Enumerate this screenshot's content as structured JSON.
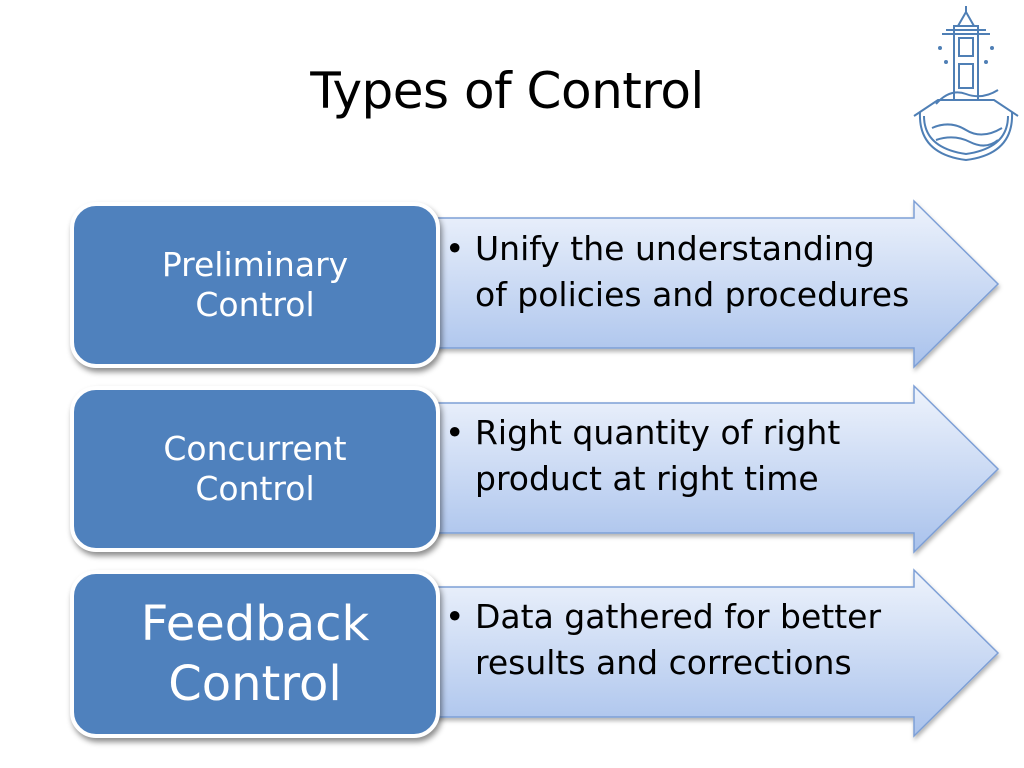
{
  "title": "Types of Control",
  "colors": {
    "box_fill": "#4f81bd",
    "arrow_fill_light": "#e9f0fb",
    "arrow_fill_dark": "#a9c2ec",
    "arrow_stroke": "#7d9fd6"
  },
  "logo": {
    "icon": "university-logo-icon"
  },
  "rows": [
    {
      "label_lines": [
        "Preliminary",
        "Control"
      ],
      "bullet_marker": "•",
      "bullet_lines": [
        "Unify the understanding",
        "of policies and procedures"
      ]
    },
    {
      "label_lines": [
        "Concurrent",
        "Control"
      ],
      "bullet_marker": "•",
      "bullet_lines": [
        "Right quantity of right",
        "product at right time"
      ]
    },
    {
      "label_lines": [
        "Feedback",
        "Control"
      ],
      "bullet_marker": "•",
      "bullet_lines": [
        "Data gathered for better",
        "results and corrections"
      ]
    }
  ]
}
